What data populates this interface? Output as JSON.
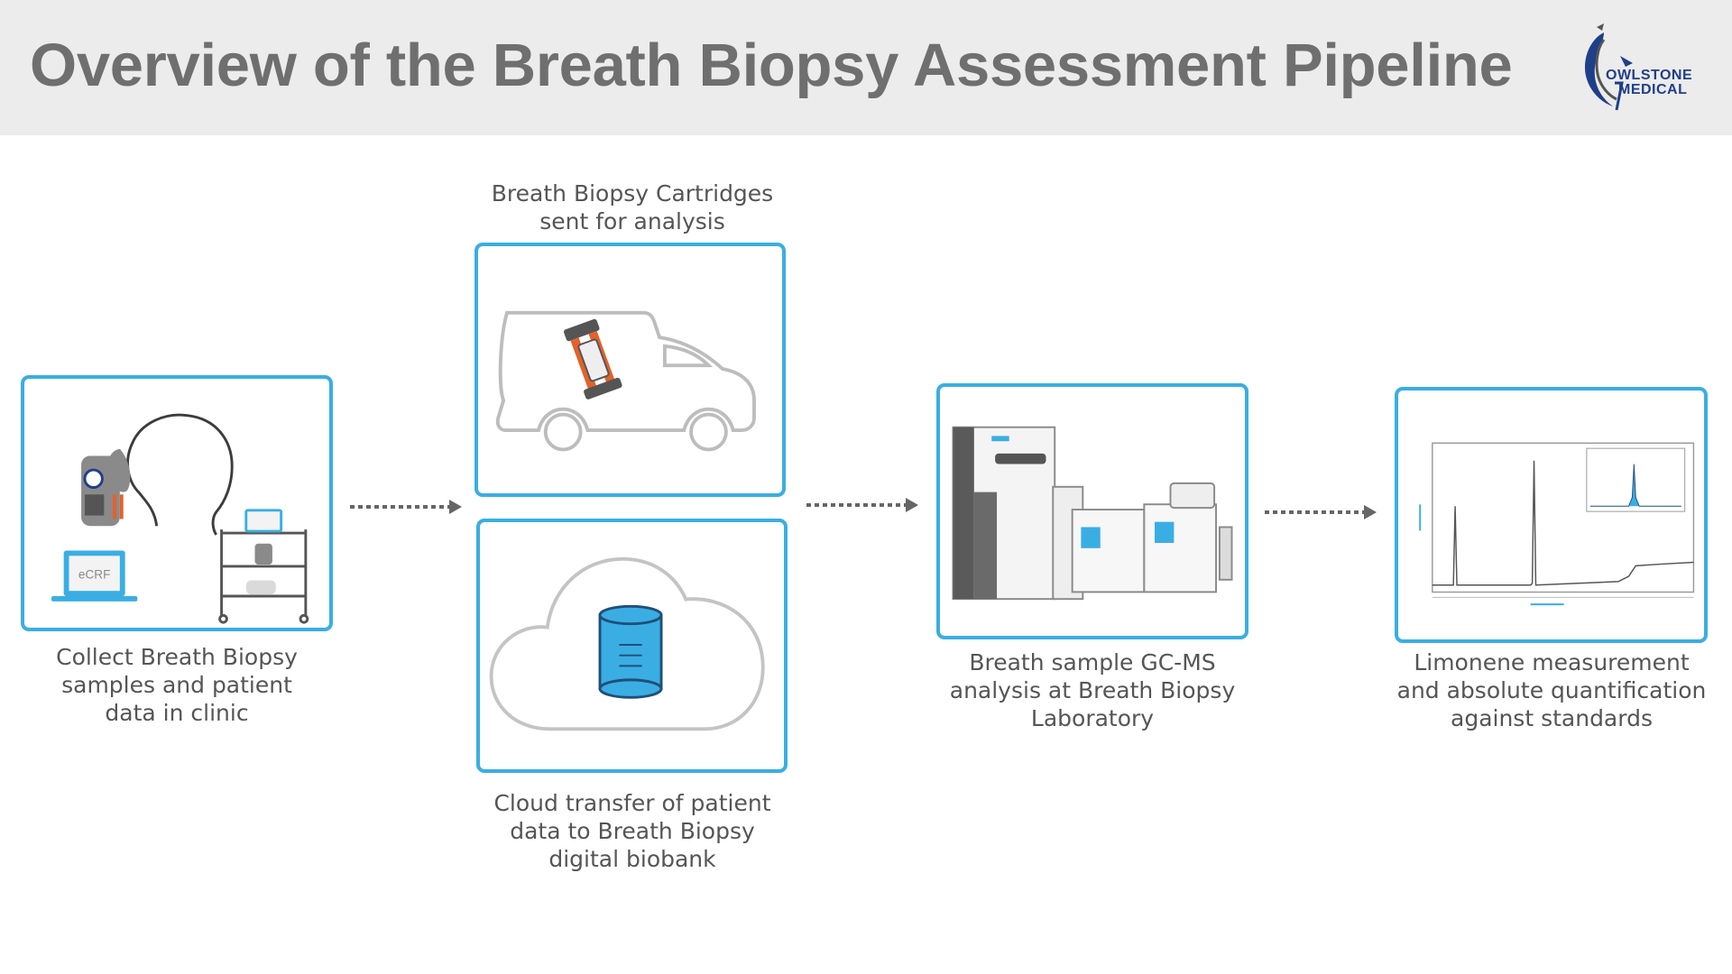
{
  "header": {
    "title": "Overview of the Breath Biopsy Assessment Pipeline",
    "logo_line1": "OWLSTONE",
    "logo_line2": "MEDICAL"
  },
  "steps": {
    "collect": {
      "caption": "Collect Breath Biopsy\nsamples and patient\ndata in clinic",
      "laptop_label": "eCRF"
    },
    "cartridges": {
      "caption": "Breath Biopsy Cartridges\nsent for analysis"
    },
    "cloud": {
      "caption": "Cloud transfer of patient\ndata to Breath Biopsy\ndigital biobank"
    },
    "gcms": {
      "caption": "Breath sample GC-MS\nanalysis at Breath Biopsy\nLaboratory"
    },
    "limonene": {
      "caption": "Limonene measurement\nand absolute quantification\nagainst standards"
    }
  },
  "colors": {
    "accent": "#3aaee3",
    "orange": "#e4612a",
    "grey": "#8a8a8a",
    "header_bg": "#ececec"
  },
  "icons": [
    "owl-logo-icon",
    "mask-device-icon",
    "head-outline-icon",
    "laptop-icon",
    "cart-icon",
    "van-icon",
    "cartridge-icon",
    "cloud-icon",
    "database-icon",
    "gcms-instrument-icon",
    "chromatogram-icon",
    "dotted-arrow-icon"
  ]
}
